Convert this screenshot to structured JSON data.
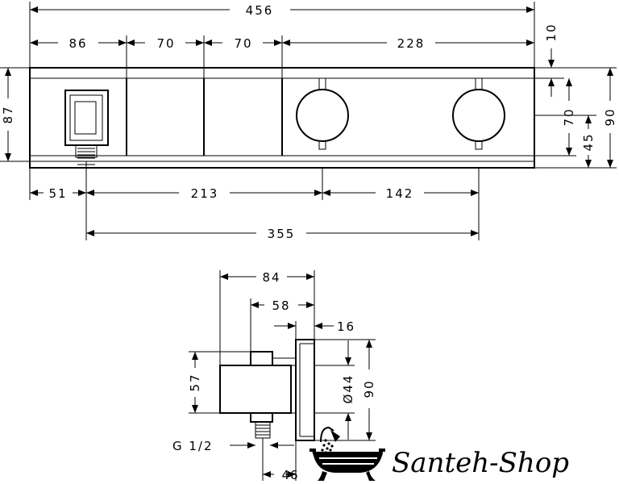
{
  "front_view": {
    "overall_width": "456",
    "segment_1": "86",
    "segment_2": "70",
    "segment_3": "70",
    "segment_4": "228",
    "top_offset": "10",
    "overall_height": "87",
    "right_height_outer": "90",
    "right_height_inner": "70",
    "right_height_center": "45",
    "bottom_left": "51",
    "bottom_middle": "213",
    "bottom_right": "142",
    "bottom_overall": "355"
  },
  "side_view": {
    "depth_total": "84",
    "depth_body": "58",
    "plate_thickness": "16",
    "body_height": "57",
    "diameter": "Ø44",
    "plate_height": "90",
    "thread": "G 1/2",
    "outlet_depth": "46"
  },
  "brand": {
    "name": "Santeh-Shop"
  }
}
